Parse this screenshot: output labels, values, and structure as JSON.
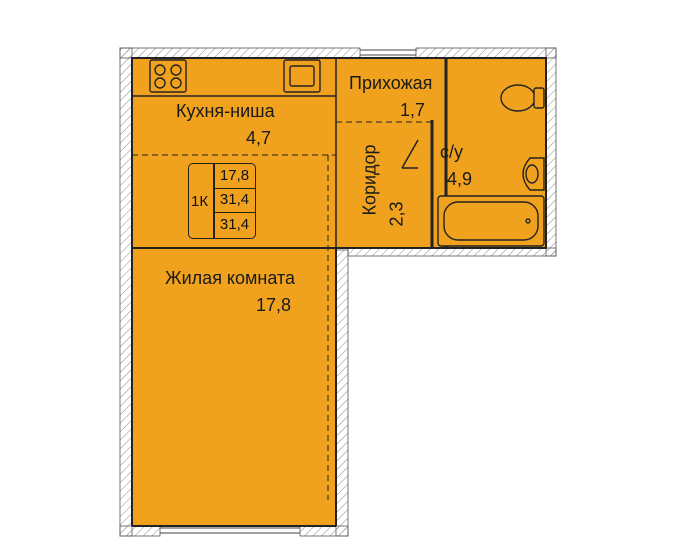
{
  "rooms": {
    "kitchen": {
      "name": "Кухня-ниша",
      "area": "4,7"
    },
    "hall": {
      "name": "Прихожая",
      "area": "1,7"
    },
    "corridor": {
      "name": "Коридор",
      "area": "2,3"
    },
    "bathroom": {
      "name": "с/у",
      "area": "4,9"
    },
    "living": {
      "name": "Жилая комната",
      "area": "17,8"
    }
  },
  "summary": {
    "type": "1К",
    "living_area": "17,8",
    "total_area": "31,4",
    "area_with_balcony": "31,4"
  },
  "colors": {
    "floor": "#F0A21F",
    "wall": "#222222",
    "fixture_fill": "#F0A21F",
    "exterior_hatch": "#9a9a9a"
  }
}
